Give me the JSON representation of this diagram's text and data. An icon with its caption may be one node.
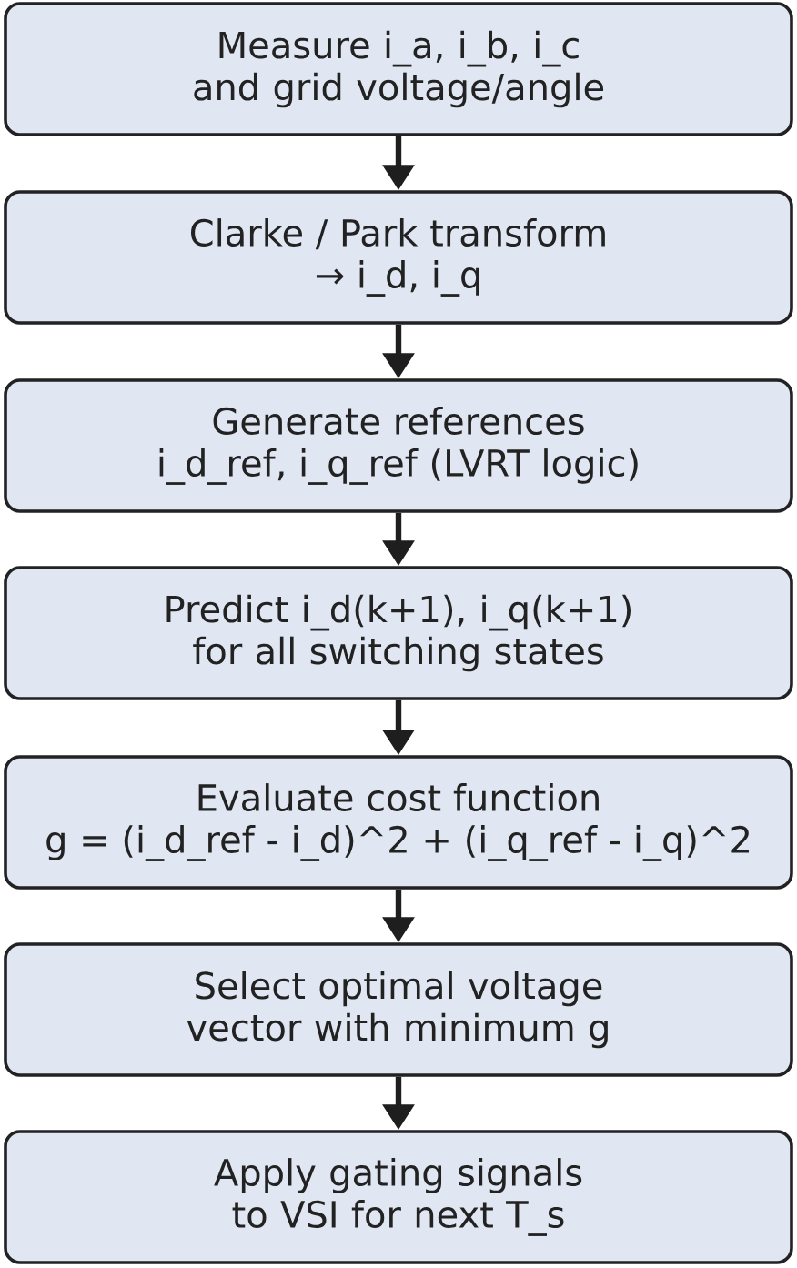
{
  "diagram": {
    "nodes": [
      {
        "text": [
          "Measure i_a, i_b, i_c and grid voltage/angle"
        ]
      },
      {
        "text": [
          "Clarke / Park transform",
          "→ i_d, i_q"
        ]
      },
      {
        "text": [
          "Generate references",
          "i_d_ref, i_q_ref (LVRT logic)"
        ]
      },
      {
        "text": [
          "Predict i_d(k+1), i_q(k+1) for all switching states"
        ]
      },
      {
        "text": [
          "Evaluate cost function",
          "g = (i_d_ref - i_d)^2 + (i_q_ref - i_q)^2"
        ]
      },
      {
        "text": [
          "Select optimal voltage vector with minimum g"
        ]
      },
      {
        "text": [
          "Apply gating signals to VSI for next T_s"
        ]
      }
    ],
    "edges": [
      {
        "from": 0,
        "to": 1,
        "arrow": "to"
      },
      {
        "from": 1,
        "to": 2,
        "arrow": "to"
      },
      {
        "from": 2,
        "to": 3,
        "arrow": "to"
      },
      {
        "from": 3,
        "to": 4,
        "arrow": "to"
      },
      {
        "from": 4,
        "to": 5,
        "arrow": "to"
      },
      {
        "from": 5,
        "to": 6,
        "arrow": "to"
      }
    ]
  }
}
